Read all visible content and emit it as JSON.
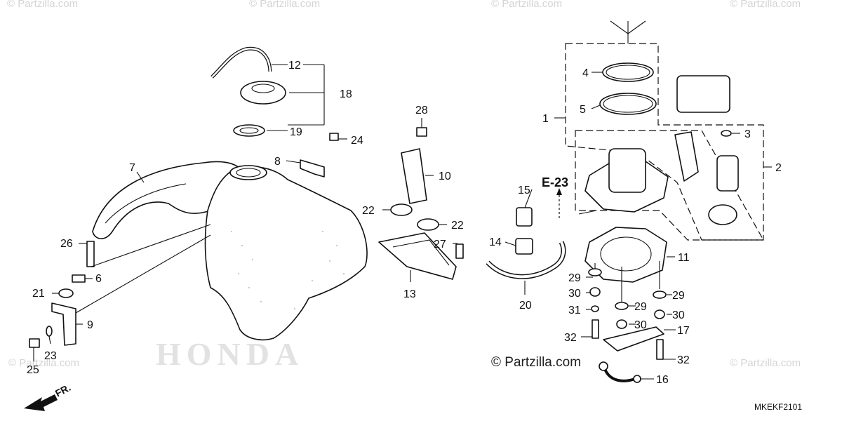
{
  "diagram": {
    "callouts": {
      "n1": "1",
      "n2": "2",
      "n3": "3",
      "n4": "4",
      "n5": "5",
      "n6": "6",
      "n7": "7",
      "n8": "8",
      "n9": "9",
      "n10": "10",
      "n11": "11",
      "n12": "12",
      "n13": "13",
      "n14": "14",
      "n15": "15",
      "n16": "16",
      "n17": "17",
      "n18": "18",
      "n19": "19",
      "n20": "20",
      "n21": "21",
      "n22a": "22",
      "n22b": "22",
      "n23": "23",
      "n24": "24",
      "n25": "25",
      "n26": "26",
      "n27": "27",
      "n28": "28",
      "n29a": "29",
      "n29b": "29",
      "n29c": "29",
      "n30a": "30",
      "n30b": "30",
      "n30c": "30",
      "n31": "31",
      "n32a": "32",
      "n32b": "32"
    },
    "section_ref": "E-23",
    "front_label": "FR.",
    "diagram_code": "MKEKF2101",
    "credit": "© Partzilla.com",
    "watermarks": [
      "© Partzilla.com",
      "© Partzilla.com",
      "© Partzilla.com",
      "© Partzilla.com",
      "© Partzilla.com",
      "© Partzilla.com"
    ],
    "tank_mark": "HONDA"
  }
}
